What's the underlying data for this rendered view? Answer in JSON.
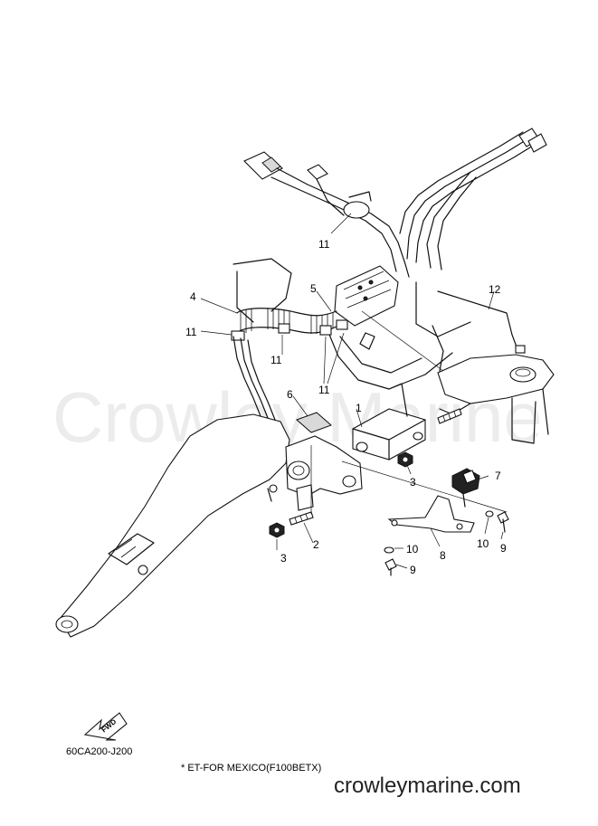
{
  "diagram": {
    "watermark": "Crowley Marine",
    "callouts": [
      {
        "id": "c1",
        "label": "1"
      },
      {
        "id": "c2",
        "label": "2"
      },
      {
        "id": "c3a",
        "label": "3"
      },
      {
        "id": "c3b",
        "label": "3"
      },
      {
        "id": "c4",
        "label": "4"
      },
      {
        "id": "c5",
        "label": "5"
      },
      {
        "id": "c6",
        "label": "6"
      },
      {
        "id": "c7",
        "label": "7"
      },
      {
        "id": "c8",
        "label": "8"
      },
      {
        "id": "c9a",
        "label": "9"
      },
      {
        "id": "c9b",
        "label": "9"
      },
      {
        "id": "c10a",
        "label": "10"
      },
      {
        "id": "c10b",
        "label": "10"
      },
      {
        "id": "c11a",
        "label": "11"
      },
      {
        "id": "c11b",
        "label": "11"
      },
      {
        "id": "c11c",
        "label": "11"
      },
      {
        "id": "c11d",
        "label": "11"
      },
      {
        "id": "c12",
        "label": "12"
      }
    ],
    "fwd_label": "FWD",
    "drawing_code": "60CA200-J200",
    "footnote": "* ET-FOR MEXICO(F100BETX)",
    "site": "crowleymarine.com"
  }
}
